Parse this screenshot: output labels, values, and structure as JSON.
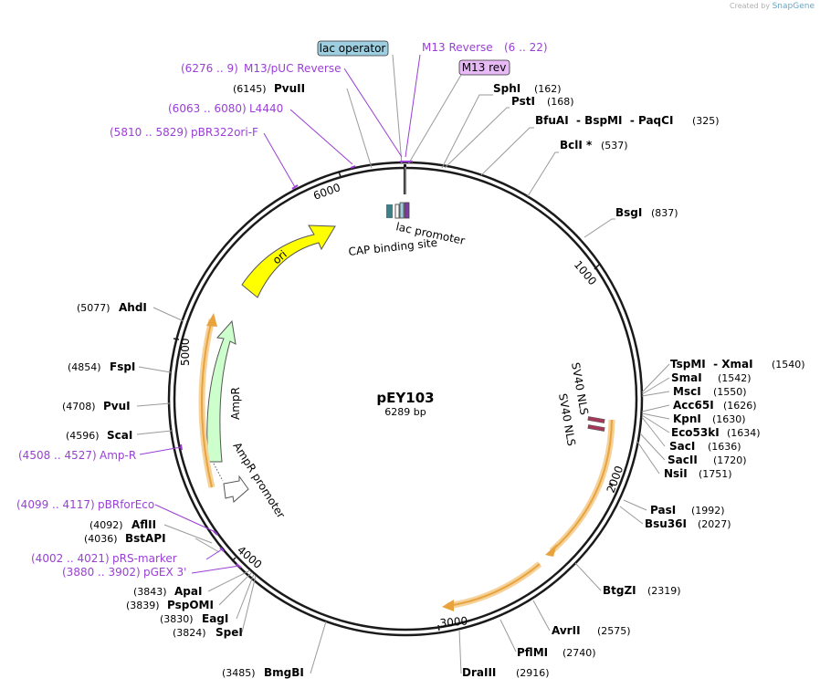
{
  "credit": {
    "prefix": "Created by",
    "brand": "SnapGene"
  },
  "plasmid": {
    "name": "pEY103",
    "size_label": "6289 bp",
    "length": 6289
  },
  "ticks": [
    "1000",
    "2000",
    "3000",
    "4000",
    "5000",
    "6000"
  ],
  "sites": [
    {
      "id": "sphi",
      "name": "SphI",
      "pos": "(162)"
    },
    {
      "id": "psti",
      "name": "PstI",
      "pos": "(168)"
    },
    {
      "id": "bfuai",
      "name": "BfuAI  - BspMI  - PaqCI",
      "pos": "(325)"
    },
    {
      "id": "bcli",
      "name": "BclI *",
      "pos": "(537)"
    },
    {
      "id": "bsgi",
      "name": "BsgI",
      "pos": "(837)"
    },
    {
      "id": "tspmi",
      "name": "TspMI  - XmaI",
      "pos": "(1540)"
    },
    {
      "id": "smai",
      "name": "SmaI",
      "pos": "(1542)"
    },
    {
      "id": "msci",
      "name": "MscI",
      "pos": "(1550)"
    },
    {
      "id": "acc65i",
      "name": "Acc65I",
      "pos": "(1626)"
    },
    {
      "id": "kpni",
      "name": "KpnI",
      "pos": "(1630)"
    },
    {
      "id": "eco53ki",
      "name": "Eco53kI",
      "pos": "(1634)"
    },
    {
      "id": "saci",
      "name": "SacI",
      "pos": "(1636)"
    },
    {
      "id": "sacii",
      "name": "SacII",
      "pos": "(1720)"
    },
    {
      "id": "nsii",
      "name": "NsiI",
      "pos": "(1751)"
    },
    {
      "id": "pasi",
      "name": "PasI",
      "pos": "(1992)"
    },
    {
      "id": "bsu36i",
      "name": "Bsu36I",
      "pos": "(2027)"
    },
    {
      "id": "btgzi",
      "name": "BtgZI",
      "pos": "(2319)"
    },
    {
      "id": "avrii",
      "name": "AvrII",
      "pos": "(2575)"
    },
    {
      "id": "pflmi",
      "name": "PflMI",
      "pos": "(2740)"
    },
    {
      "id": "draiii",
      "name": "DraIII",
      "pos": "(2916)"
    },
    {
      "id": "bmgbi",
      "name": "BmgBI",
      "pos": "(3485)"
    },
    {
      "id": "spei",
      "name": "SpeI",
      "pos": "(3824)"
    },
    {
      "id": "eagi",
      "name": "EagI",
      "pos": "(3830)"
    },
    {
      "id": "pspomi",
      "name": "PspOMI",
      "pos": "(3839)"
    },
    {
      "id": "apai",
      "name": "ApaI",
      "pos": "(3843)"
    },
    {
      "id": "bstapi",
      "name": "BstAPI",
      "pos": "(4036)"
    },
    {
      "id": "aflii",
      "name": "AflII",
      "pos": "(4092)"
    },
    {
      "id": "scai",
      "name": "ScaI",
      "pos": "(4596)"
    },
    {
      "id": "pvui",
      "name": "PvuI",
      "pos": "(4708)"
    },
    {
      "id": "fspi",
      "name": "FspI",
      "pos": "(4854)"
    },
    {
      "id": "ahdi",
      "name": "AhdI",
      "pos": "(5077)"
    },
    {
      "id": "pvuii",
      "name": "PvuII",
      "pos": "(6145)"
    }
  ],
  "primers": [
    {
      "id": "m13rev-long",
      "name": "M13 Reverse",
      "range": "(6 .. 22)"
    },
    {
      "id": "m13puc",
      "name": "M13/pUC Reverse",
      "range": "(6276 .. 9)"
    },
    {
      "id": "l4440",
      "name": "L4440",
      "range": "(6063 .. 6080)"
    },
    {
      "id": "pbr322",
      "name": "pBR322ori-F",
      "range": "(5810 .. 5829)"
    },
    {
      "id": "ampr-primer",
      "name": "Amp-R",
      "range": "(4508 .. 4527)"
    },
    {
      "id": "pbrforeco",
      "name": "pBRforEco",
      "range": "(4099 .. 4117)"
    },
    {
      "id": "prsmarker",
      "name": "pRS-marker",
      "range": "(4002 .. 4021)"
    },
    {
      "id": "pgex3",
      "name": "pGEX 3'",
      "range": "(3880 .. 3902)"
    }
  ],
  "boxed_labels": {
    "lac_operator": "lac operator",
    "m13_rev": "M13 rev"
  },
  "features": {
    "ori": "ori",
    "ampr": "AmpR",
    "ampr_promoter": "AmpR promoter",
    "lac_promoter": "lac promoter",
    "cap_site": "CAP binding site",
    "sv40_a": "SV40 NLS",
    "sv40_b": "SV40 NLS"
  },
  "colors": {
    "backbone": "#1a1a1a",
    "primer": "#9a3fd6",
    "ori": "#ffff00",
    "ampr": "#ccffcc",
    "orf": "#e8a33d",
    "lac_operator": "#9ecfe0",
    "m13_rev_box": "#e7b9f5",
    "sv40": "#a8385a"
  }
}
